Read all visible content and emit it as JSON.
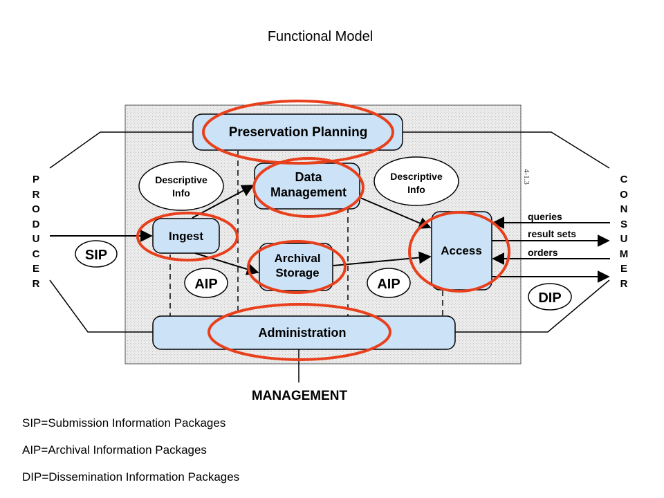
{
  "title": "Functional Model",
  "colors": {
    "box_fill": "#cce3f7",
    "highlight_ring": "#e8401c",
    "environment_fill": "#e6e6e6"
  },
  "diagram": {
    "components": {
      "preservation_planning": "Preservation Planning",
      "data_management": [
        "Data",
        "Management"
      ],
      "ingest": "Ingest",
      "archival_storage": [
        "Archival",
        "Storage"
      ],
      "access": "Access",
      "administration": "Administration"
    },
    "packages": {
      "sip": "SIP",
      "aip_left": "AIP",
      "aip_right": "AIP",
      "dip": "DIP"
    },
    "descriptive_info_left": [
      "Descriptive",
      "Info"
    ],
    "descriptive_info_right": [
      "Descriptive",
      "Info"
    ],
    "producer_letters": [
      "P",
      "R",
      "O",
      "D",
      "U",
      "C",
      "E",
      "R"
    ],
    "consumer_letters": [
      "C",
      "O",
      "N",
      "S",
      "U",
      "M",
      "E",
      "R"
    ],
    "access_flows": {
      "queries": "queries",
      "result_sets": "result sets",
      "orders": "orders"
    },
    "management": "MANAGEMENT",
    "figure_ref": "4-1.3"
  },
  "legend": [
    "SIP=Submission Information Packages",
    "AIP=Archival Information Packages",
    "DIP=Dissemination Information Packages"
  ]
}
